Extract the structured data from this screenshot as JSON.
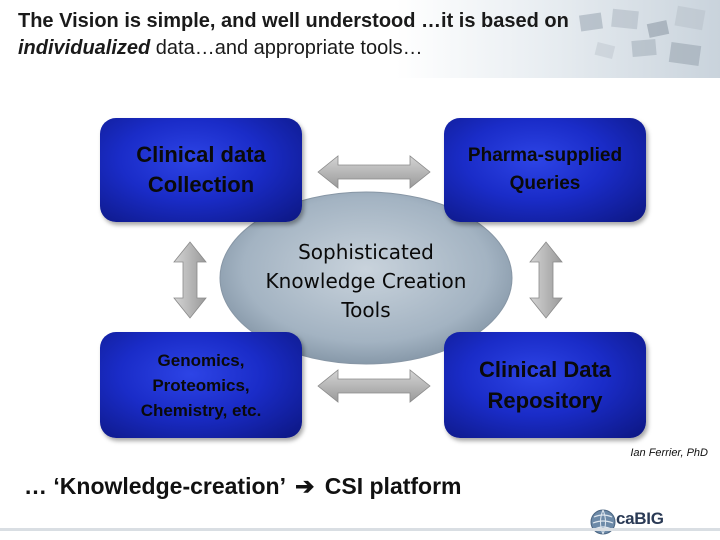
{
  "slide": {
    "title_line1": "The Vision is simple, and well understood …it is based on",
    "title_emph": "individualized",
    "title_line2_rest": " data…and appropriate tools…",
    "credit": "Ian Ferrier, PhD",
    "footer_prefix": "… ‘Knowledge-creation’",
    "footer_arrow_icon": "right-arrow-icon",
    "footer_suffix": "CSI platform",
    "logo_text": "caBIG"
  },
  "diagram": {
    "center_lines": [
      "Sophisticated",
      "Knowledge Creation",
      "Tools"
    ],
    "boxes": {
      "clinical_collection": [
        "Clinical data",
        "Collection"
      ],
      "pharma": [
        "Pharma-supplied",
        "Queries"
      ],
      "genomics": [
        "Genomics,",
        "Proteomics,",
        "Chemistry, etc."
      ],
      "repository": [
        "Clinical Data",
        "Repository"
      ]
    },
    "colors": {
      "box_fill": "#1a2cc8",
      "ellipse_fill": "#9fb0bf",
      "arrow_fill": "#b4b4b4"
    }
  }
}
